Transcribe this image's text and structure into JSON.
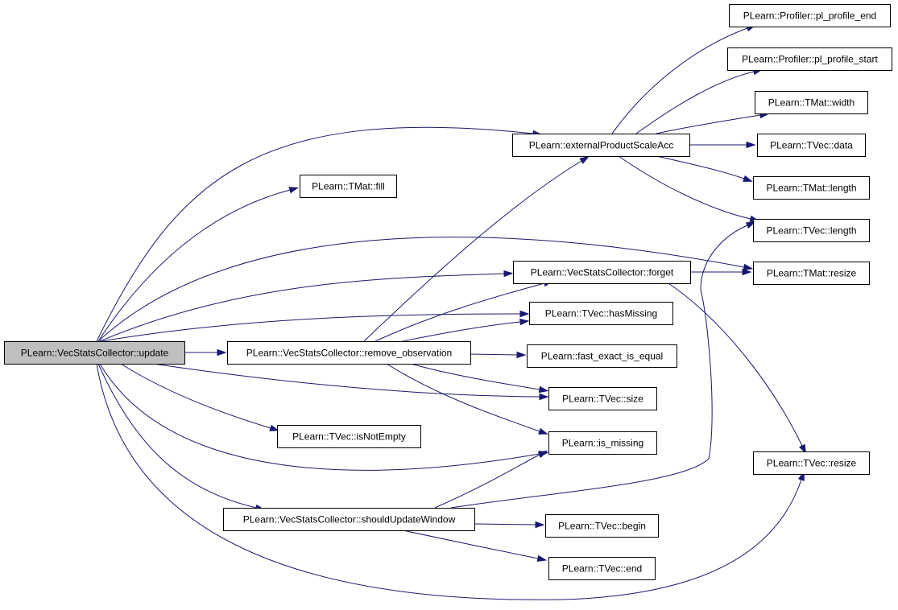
{
  "graph": {
    "nodes": [
      {
        "id": "update",
        "label": "PLearn::VecStatsCollector::update",
        "root": true
      },
      {
        "id": "pl_profile_end",
        "label": "PLearn::Profiler::pl_profile_end"
      },
      {
        "id": "pl_profile_start",
        "label": "PLearn::Profiler::pl_profile_start"
      },
      {
        "id": "tmat_width",
        "label": "PLearn::TMat::width"
      },
      {
        "id": "externalProductScaleAcc",
        "label": "PLearn::externalProductScaleAcc"
      },
      {
        "id": "tvec_data",
        "label": "PLearn::TVec::data"
      },
      {
        "id": "tmat_fill",
        "label": "PLearn::TMat::fill"
      },
      {
        "id": "tmat_length",
        "label": "PLearn::TMat::length"
      },
      {
        "id": "tvec_length",
        "label": "PLearn::TVec::length"
      },
      {
        "id": "forget",
        "label": "PLearn::VecStatsCollector::forget"
      },
      {
        "id": "tmat_resize",
        "label": "PLearn::TMat::resize"
      },
      {
        "id": "hasMissing",
        "label": "PLearn::TVec::hasMissing"
      },
      {
        "id": "remove_observation",
        "label": "PLearn::VecStatsCollector::remove_observation"
      },
      {
        "id": "fast_exact_is_equal",
        "label": "PLearn::fast_exact_is_equal"
      },
      {
        "id": "tvec_size",
        "label": "PLearn::TVec::size"
      },
      {
        "id": "isNotEmpty",
        "label": "PLearn::TVec::isNotEmpty"
      },
      {
        "id": "is_missing",
        "label": "PLearn::is_missing"
      },
      {
        "id": "tvec_resize",
        "label": "PLearn::TVec::resize"
      },
      {
        "id": "shouldUpdateWindow",
        "label": "PLearn::VecStatsCollector::shouldUpdateWindow"
      },
      {
        "id": "tvec_begin",
        "label": "PLearn::TVec::begin"
      },
      {
        "id": "tvec_end",
        "label": "PLearn::TVec::end"
      }
    ],
    "edges": [
      {
        "from": "update",
        "to": "externalProductScaleAcc"
      },
      {
        "from": "update",
        "to": "tmat_fill"
      },
      {
        "from": "update",
        "to": "tmat_resize"
      },
      {
        "from": "update",
        "to": "forget"
      },
      {
        "from": "update",
        "to": "hasMissing"
      },
      {
        "from": "update",
        "to": "remove_observation"
      },
      {
        "from": "update",
        "to": "tvec_size"
      },
      {
        "from": "update",
        "to": "isNotEmpty"
      },
      {
        "from": "update",
        "to": "is_missing"
      },
      {
        "from": "update",
        "to": "shouldUpdateWindow"
      },
      {
        "from": "update",
        "to": "tvec_resize"
      },
      {
        "from": "externalProductScaleAcc",
        "to": "pl_profile_end"
      },
      {
        "from": "externalProductScaleAcc",
        "to": "pl_profile_start"
      },
      {
        "from": "externalProductScaleAcc",
        "to": "tmat_width"
      },
      {
        "from": "externalProductScaleAcc",
        "to": "tvec_data"
      },
      {
        "from": "externalProductScaleAcc",
        "to": "tmat_length"
      },
      {
        "from": "externalProductScaleAcc",
        "to": "tvec_length"
      },
      {
        "from": "forget",
        "to": "tmat_resize"
      },
      {
        "from": "forget",
        "to": "tvec_resize"
      },
      {
        "from": "remove_observation",
        "to": "externalProductScaleAcc"
      },
      {
        "from": "remove_observation",
        "to": "forget"
      },
      {
        "from": "remove_observation",
        "to": "hasMissing"
      },
      {
        "from": "remove_observation",
        "to": "fast_exact_is_equal"
      },
      {
        "from": "remove_observation",
        "to": "tvec_size"
      },
      {
        "from": "remove_observation",
        "to": "is_missing"
      },
      {
        "from": "shouldUpdateWindow",
        "to": "is_missing"
      },
      {
        "from": "shouldUpdateWindow",
        "to": "tvec_length"
      },
      {
        "from": "shouldUpdateWindow",
        "to": "tvec_begin"
      },
      {
        "from": "shouldUpdateWindow",
        "to": "tvec_end"
      }
    ],
    "colors": {
      "edge": "#191970",
      "root_fill": "#bfbfbf",
      "node_fill": "#ffffff",
      "node_border": "#000000"
    }
  }
}
